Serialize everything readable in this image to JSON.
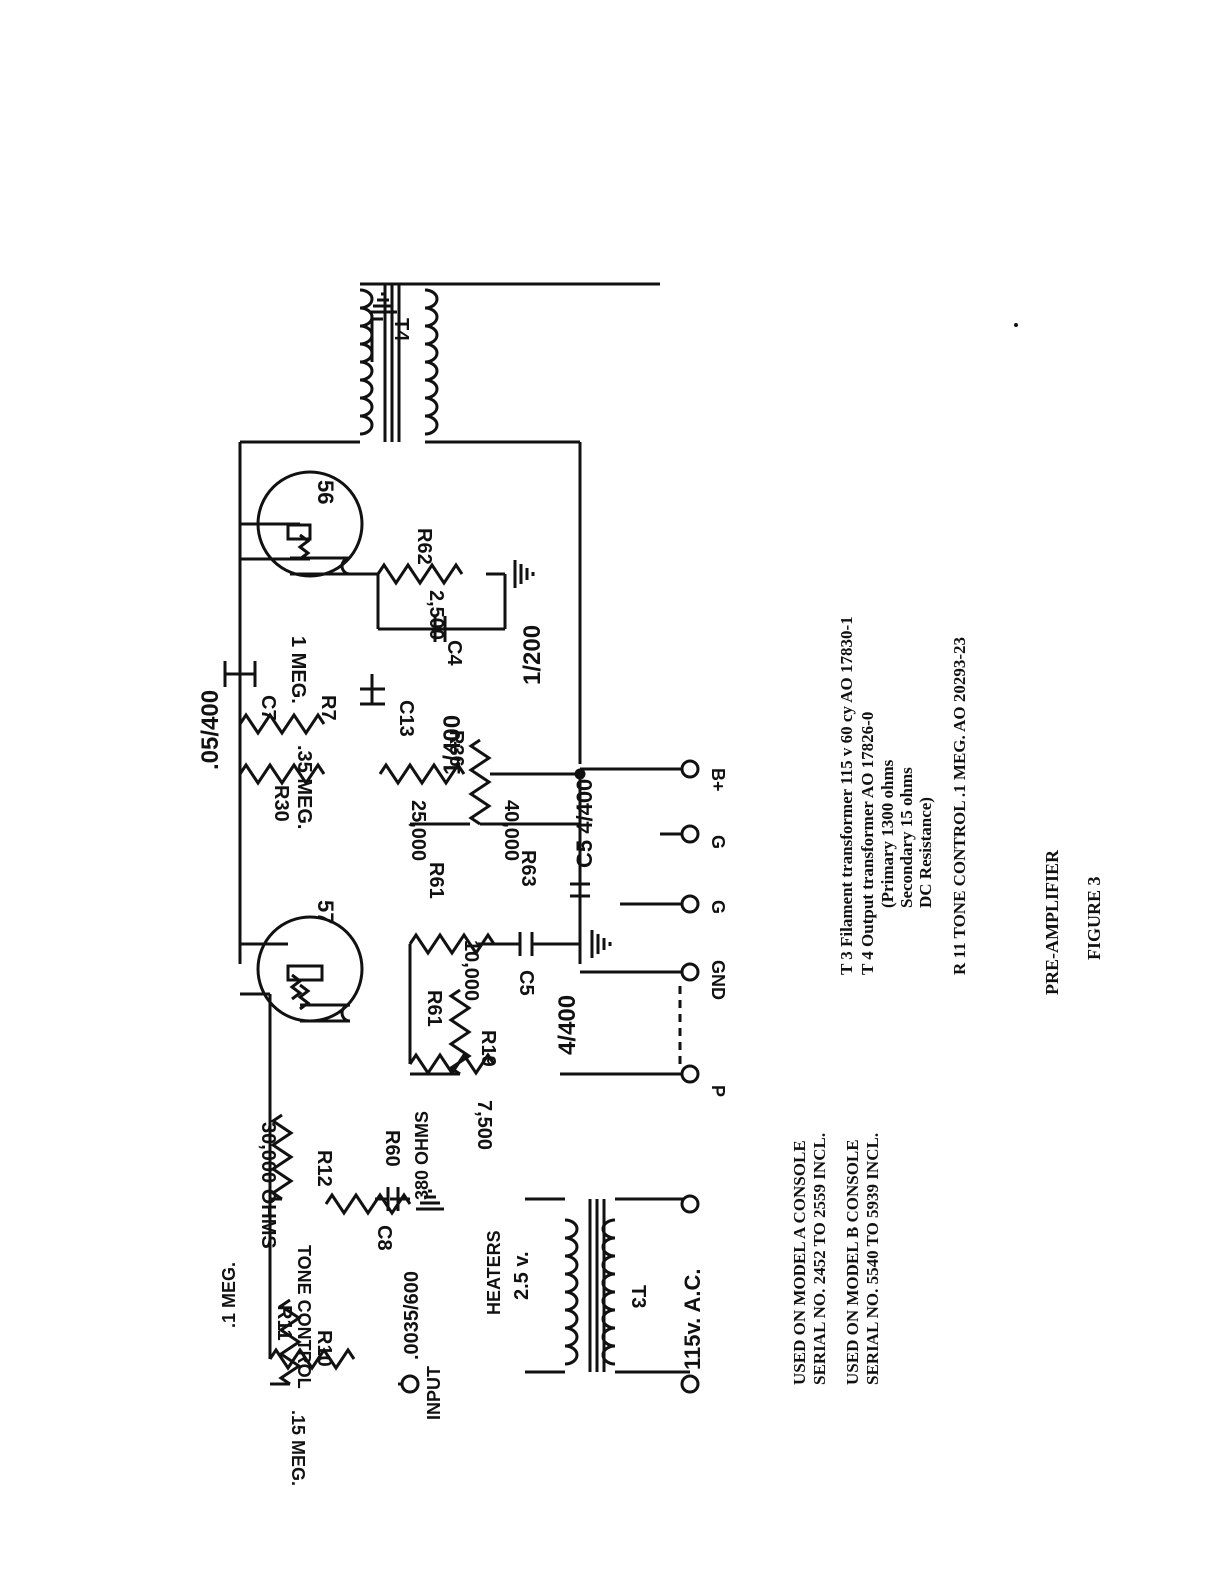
{
  "components": {
    "tube_57": "57",
    "tube_56": "56",
    "c7_value": ".05/400",
    "c7_name": "C7",
    "r7_value": "1 MEG.",
    "r7_name": "R7",
    "c13_name": "C13",
    "c13_value": "1/400",
    "r62_name": "R62",
    "r62_value": "2,500",
    "c4_name": "C4",
    "c4_value": "1/200",
    "r30_name": "R30",
    "r30_value": ".35 MEG.",
    "r36_name": "R36",
    "r36_value": "25,000",
    "c5a_label": "C5 4/400",
    "r63_name": "R63",
    "r63_value": "40,000",
    "r61a_name": "R61",
    "r61b_name": "R61",
    "r61_value": "10,000",
    "c5b_name": "C5",
    "c5b_value": "4/400",
    "r19_name": "R19",
    "r19_value": "7,500",
    "r60_name": "R60",
    "r60_value": "380 OHMS",
    "r12_name": "R12",
    "r12_value": "30,000 OHMS",
    "c8_name": "C8",
    "c8_value": ".0035/600",
    "r11_name": "R11",
    "r11_value": ".1 MEG.",
    "tone_control": "TONE CONTROL",
    "r10_name": "R10",
    "r10_value": ".15 MEG.",
    "t4_name": "T4",
    "t3_name": "T3",
    "heaters": "HEATERS",
    "heater_voltage": "2.5 v.",
    "ac_input": "115v. A.C."
  },
  "terminals": {
    "input": "INPUT",
    "p": "P",
    "gnd": "GND",
    "g1": "G",
    "g2": "G",
    "bplus": "B+"
  },
  "notes": {
    "t3_line": "T 3  Filament transformer  115 v 60 cy   AO 17830-1",
    "t4_line": "T 4     Output transformer                    AO 17826-0",
    "primary": "(Primary 1300 ohms",
    "secondary": "Secondary  15 ohms",
    "dc_res": "DC Resistance)",
    "r11_line": "R 11  TONE  CONTROL    .1 MEG.   AO 20293-23",
    "model_a1": "USED ON MODEL A CONSOLE",
    "model_a2": "SERIAL NO. 2452 TO 2559 INCL.",
    "model_b1": "USED ON MODEL B CONSOLE",
    "model_b2": "SERIAL NO. 5540 TO 5939 INCL."
  },
  "caption": {
    "title": "PRE-AMPLIFIER",
    "figure": "FIGURE 3"
  }
}
